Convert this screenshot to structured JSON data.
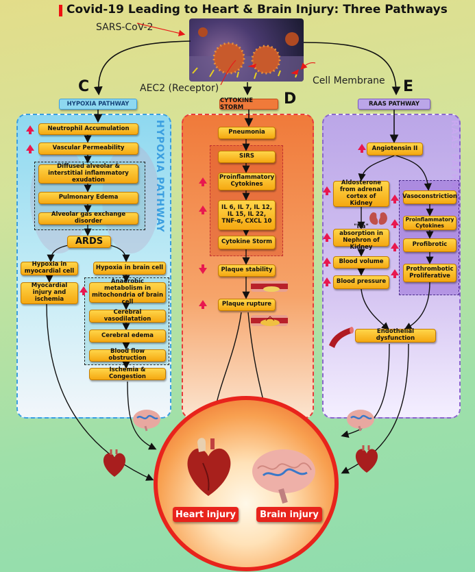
{
  "title": "Covid-19 Leading to Heart & Brain Injury: Three Pathways",
  "labels": {
    "sars": "SARS-CoV-2",
    "aec2": "AEC2 (Receptor)",
    "cell_membrane": "Cell Membrane",
    "letter_c": "C",
    "letter_d": "D",
    "letter_e": "E"
  },
  "hypoxia": {
    "header": "HYPOXIA PATHWAY",
    "vertical": "HYPOXIA PATHWAY",
    "neutrophil": "Neutrophil Accumulation",
    "vascular": "Vascular Permeability",
    "diffused": "Diffused alveolar & interstitial inflammatory exudation",
    "edema": "Pulmonary Edema",
    "gas": "Alveolar gas exchange disorder",
    "ards": "ARDS",
    "hypoxia_myo": "Hypoxia in myocardial cell",
    "myo_injury": "Myocardial injury and ischemia",
    "hypoxia_brain": "Hypoxia in brain cell",
    "anaerobic": "Anaerobic metabolism in mitochondria of brain cell",
    "vasodilat": "Cerebral vasodilatation",
    "cerebral_edema": "Cerebral edema",
    "blood_flow": "Blood flow obstruction",
    "ischemia": "Ischemia & Congestion"
  },
  "cytokine": {
    "header": "CYTOKINE STORM",
    "pneumonia": "Pneumonia",
    "sirs": "SIRS",
    "proinflam": "Proinflammatory Cytokines",
    "ils": "IL 6, IL 7, IL 12, IL 15, IL 22, TNF-α, CXCL 10",
    "storm": "Cytokine Storm",
    "plaque_stab": "Plaque stability",
    "plaque_rup": "Plaque rupture"
  },
  "raas": {
    "header": "RAAS PATHWAY",
    "vertical": "RAAS PATHWAY",
    "angiotensin": "Angiotensin II",
    "aldosterone": "Aldosterone from adrenal cortex of Kidney",
    "na": "\"Na\" absorption in Nephron of Kidney",
    "volume": "Blood volume",
    "pressure": "Blood pressure",
    "vasocon": "Vasoconstriction",
    "proinflam": "Proinflammatory Cytokines",
    "profibrotic": "Profibrotic",
    "prothrombotic": "Prothrombotic Proliferative",
    "endothelial": "Endothelial dysfunction"
  },
  "outcome": {
    "heart": "Heart injury",
    "brain": "Brain injury"
  },
  "colors": {
    "hypoxia_panel": "#5fb8e8",
    "cytokine_panel": "#f07a3a",
    "raas_panel": "#9a7fd8",
    "arrow_up": "#e8184f",
    "circle_border": "#e8231c"
  }
}
